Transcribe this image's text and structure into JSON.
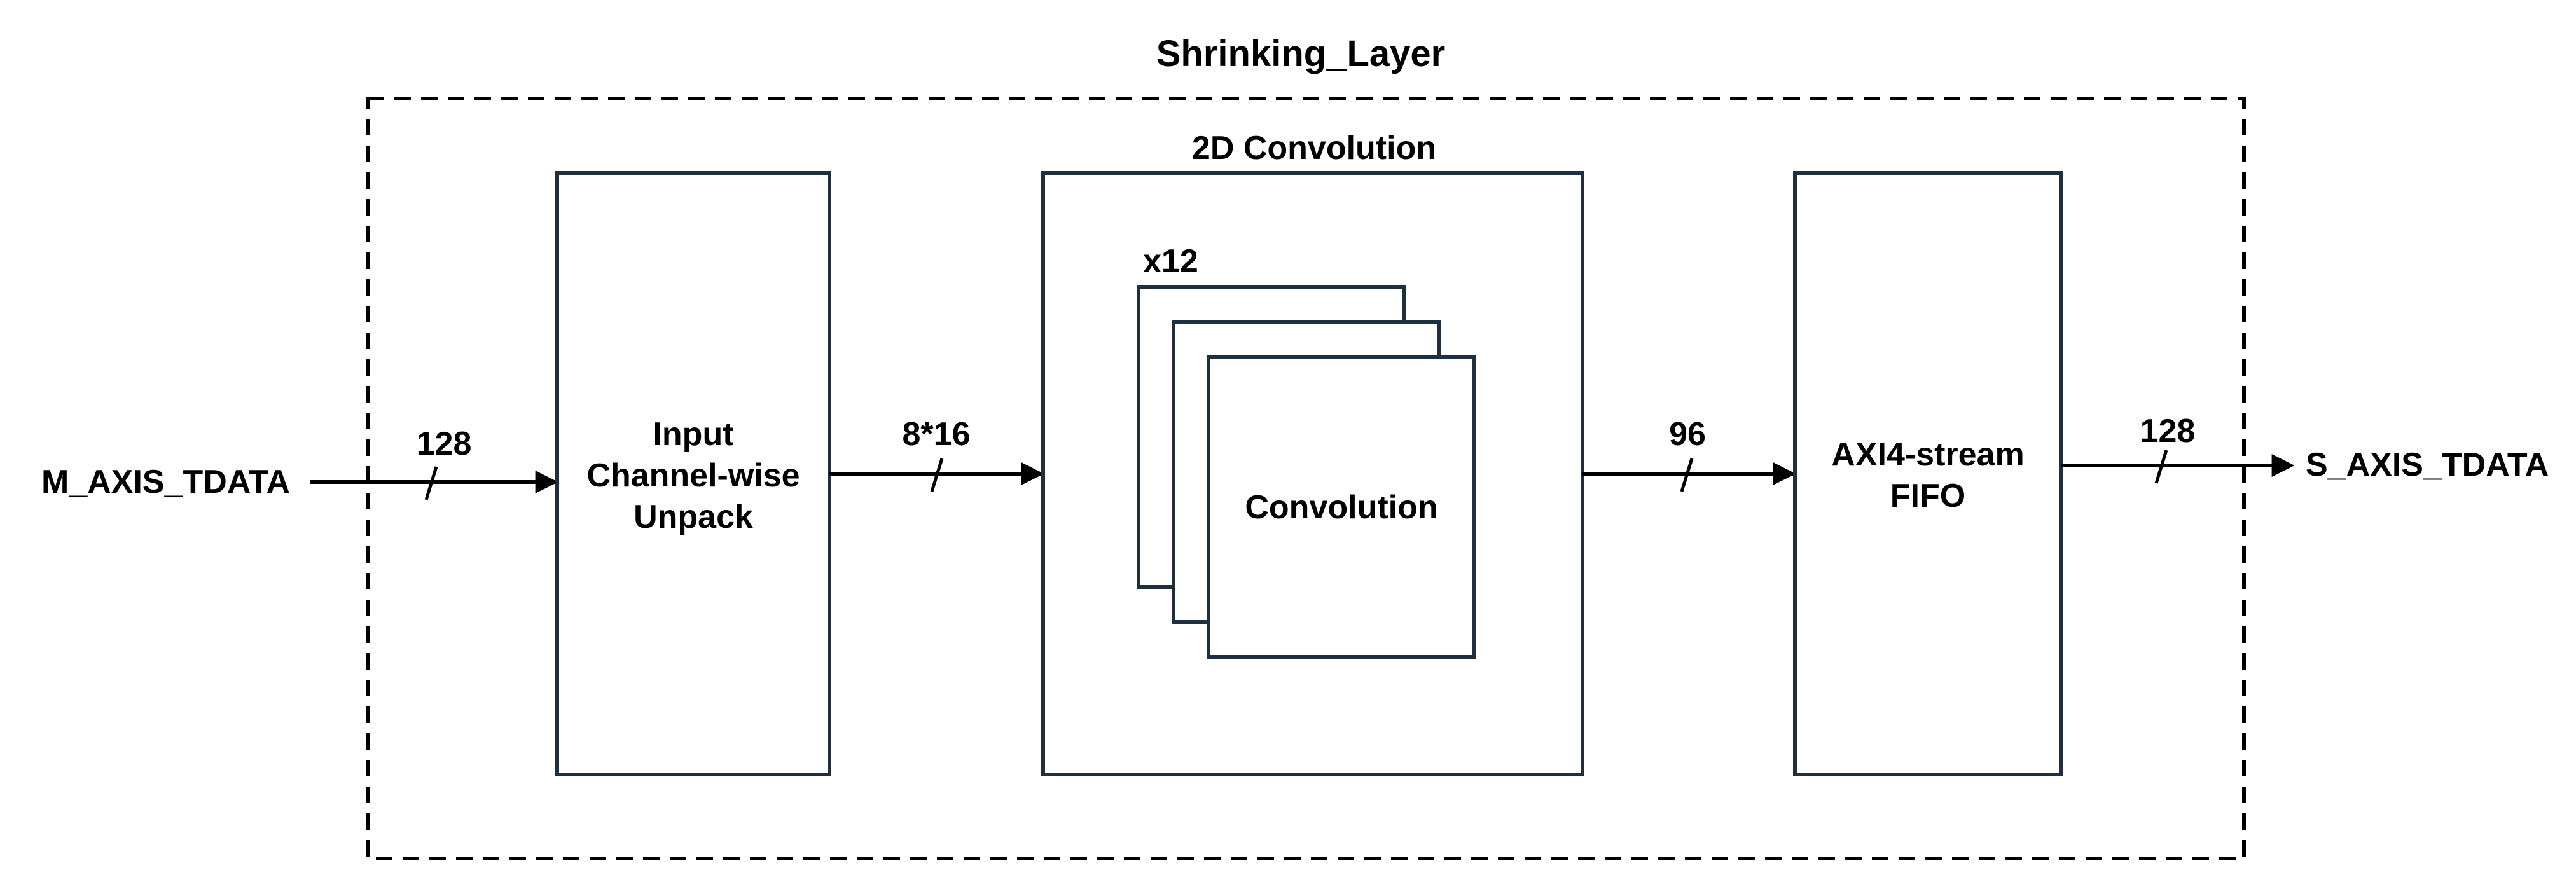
{
  "colors": {
    "box_stroke": "#1e3040",
    "line": "#000000",
    "text": "#000000",
    "background": "#ffffff"
  },
  "diagram": {
    "title": "Shrinking_Layer",
    "input_port": "M_AXIS_TDATA",
    "output_port": "S_AXIS_TDATA",
    "blocks": {
      "unpack": [
        "Input",
        "Channel-wise",
        "Unpack"
      ],
      "conv_group_title": "2D Convolution",
      "conv_multiplier": "x12",
      "conv_inner": "Convolution",
      "fifo": [
        "AXI4-stream",
        "FIFO"
      ]
    },
    "bus_widths": {
      "input": "128",
      "unpack_to_conv": "8*16",
      "conv_to_fifo": "96",
      "output": "128"
    }
  }
}
